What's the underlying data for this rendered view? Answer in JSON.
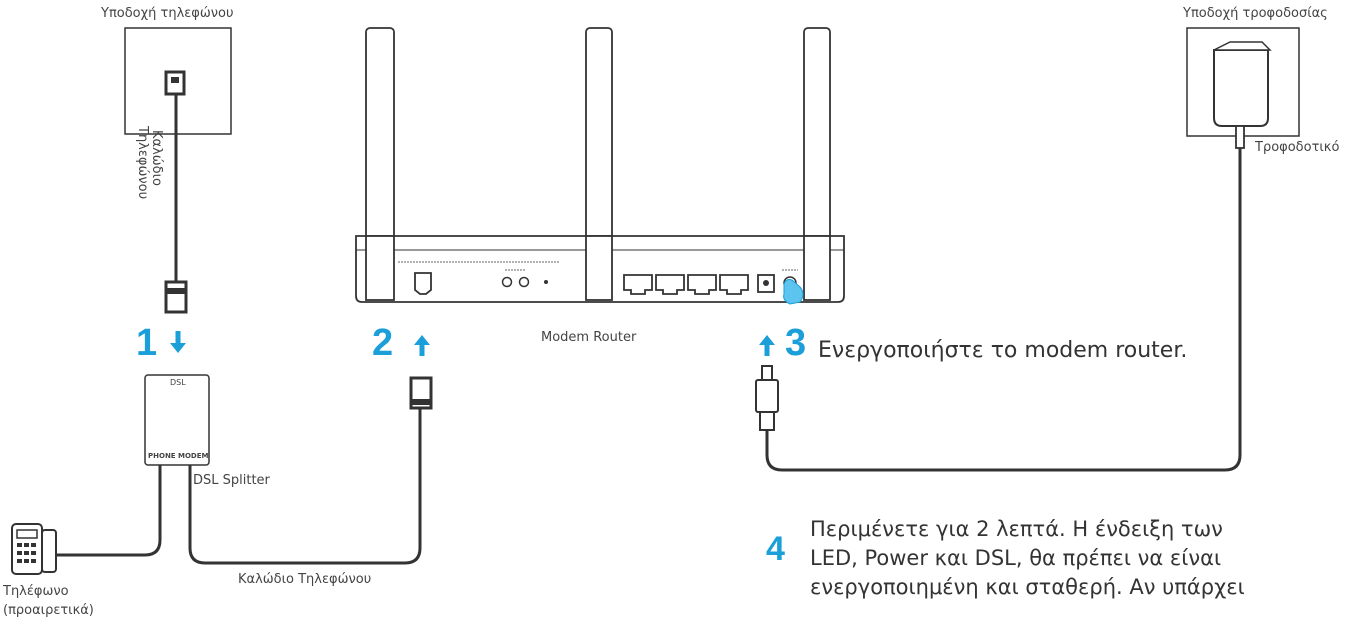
{
  "labels": {
    "phone_socket": "Υποδοχή τηλεφώνου",
    "power_socket": "Υποδοχή τροφοδοσίας",
    "power_adapter": "Τροφοδοτικό",
    "phone_cable_vertical_1": "Καλώδιο",
    "phone_cable_vertical_2": "Τηλεφώνου",
    "modem_router": "Modem Router",
    "dsl_splitter": "DSL Splitter",
    "splitter_top": "DSL",
    "splitter_ports": "PHONE  MODEM",
    "phone_cable_bottom": "Καλώδιο Τηλεφώνου",
    "phone_line1": "Τηλέφωνο",
    "phone_line2": "(προαιρετικά)"
  },
  "steps": {
    "s1": "1",
    "s2": "2",
    "s3": "3",
    "s3_text": "Ενεργοποιήστε το modem router.",
    "s4": "4",
    "s4_line1": "Περιμένετε για 2 λεπτά.  Η ένδειξη των",
    "s4_line2": "LED, Power και DSL, θα πρέπει να είναι",
    "s4_line3": "ενεργοποιημένη και σταθερή. Αν υπάρχει"
  },
  "colors": {
    "accent": "#1a9fd9",
    "line": "#3a3a3a"
  }
}
